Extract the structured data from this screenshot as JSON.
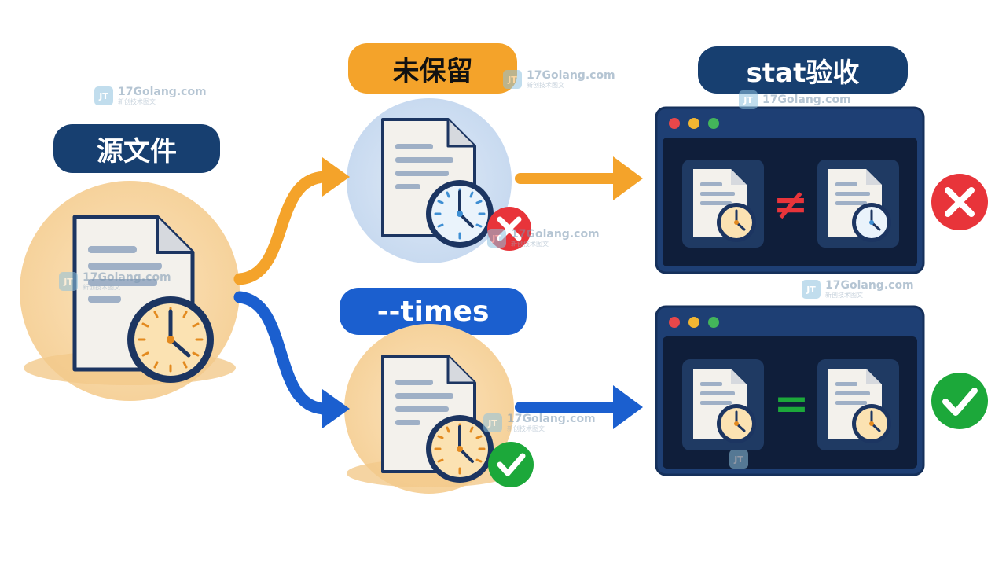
{
  "labels": {
    "source": "源文件",
    "not_preserved": "未保留",
    "times": "--times",
    "stat_check": "stat验收"
  },
  "comparisons": {
    "top_symbol": "≠",
    "bottom_symbol": "="
  },
  "watermark": {
    "site": "17Golang.com",
    "tagline": "新创技术图文",
    "logo_text": "JT"
  },
  "colors": {
    "navy": "#173f70",
    "orange": "#f4a32a",
    "blue": "#1b5fcf",
    "red": "#e8343a",
    "green": "#1ca83a",
    "window_bg": "#0f1e3a",
    "window_frame": "#1e3f74"
  },
  "icons": [
    "document-icon",
    "clock-icon",
    "arrow-right-icon",
    "cross-icon",
    "checkmark-icon",
    "window-dots-icon"
  ]
}
